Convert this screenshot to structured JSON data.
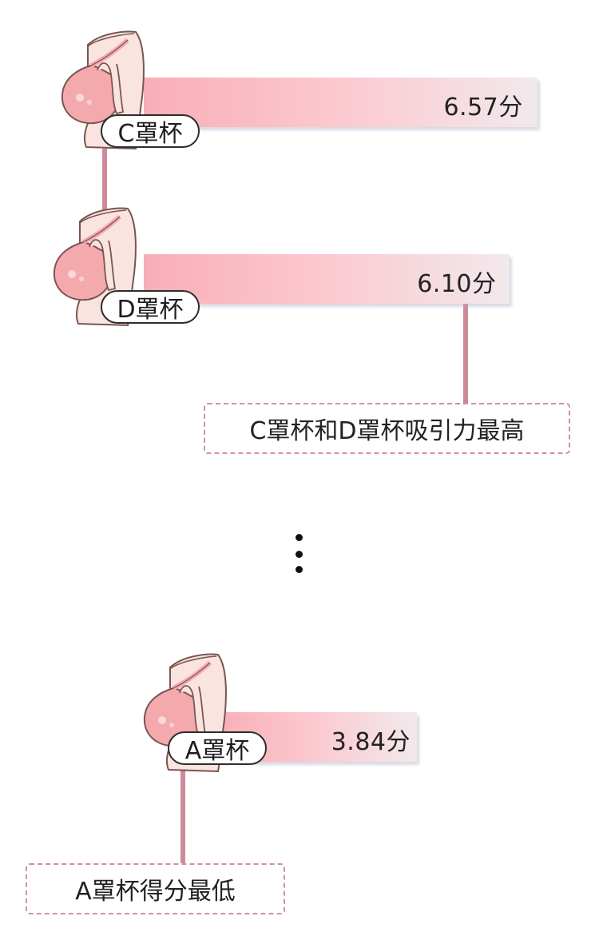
{
  "chart_data": {
    "type": "bar",
    "orientation": "horizontal",
    "categories": [
      "C罩杯",
      "D罩杯",
      "A罩杯"
    ],
    "values": [
      6.57,
      6.1,
      3.84
    ],
    "value_labels": [
      "6.57分",
      "6.10分",
      "3.84分"
    ],
    "unit": "分",
    "annotations": [
      {
        "text": "C罩杯和D罩杯吸引力最高"
      },
      {
        "text": "A罩杯得分最低"
      }
    ],
    "ellipsis": "⋮",
    "grid": false,
    "legend": "none",
    "colors": {
      "bar_start": "#f8aeb7",
      "bar_mid": "#fcc6cd",
      "bar_end": "#f2e9ec",
      "connector": "#cf8a99",
      "annotation_border": "#d0909c",
      "icon_skin": "#f9e4df",
      "icon_cup": "#f4a9ad",
      "icon_outline": "#7a5552"
    },
    "icons": [
      "bra-c-cup-icon",
      "bra-d-cup-icon",
      "bra-a-cup-icon"
    ]
  }
}
